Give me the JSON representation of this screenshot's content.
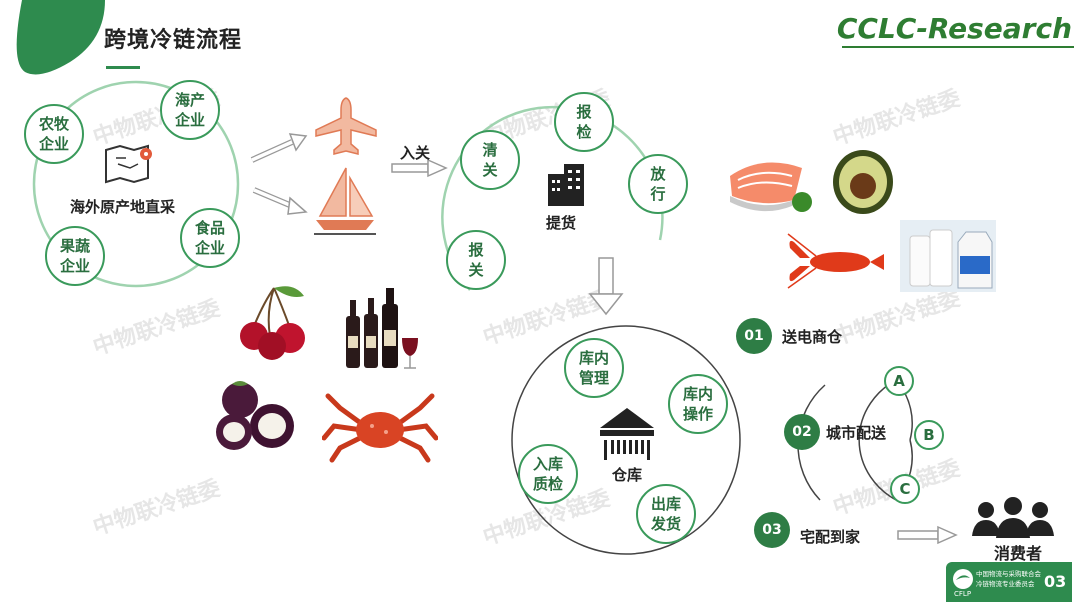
{
  "header": {
    "title": "跨境冷链流程",
    "brand": "CCLC-Research"
  },
  "watermark": "中物联冷链委",
  "sourcing": {
    "center_label": "海外原产地直采",
    "nodes": [
      "农牧企业",
      "海产企业",
      "果蔬企业",
      "食品企业"
    ]
  },
  "customs": {
    "entry_label": "入关",
    "center_label": "提货",
    "nodes": [
      "清关",
      "报检",
      "放行",
      "报关"
    ]
  },
  "warehouse": {
    "center_label": "仓库",
    "nodes": [
      "库内管理",
      "库内操作",
      "入库质检",
      "出库发货"
    ]
  },
  "delivery": {
    "options": [
      {
        "num": "01",
        "label": "送电商仓"
      },
      {
        "num": "02",
        "label": "城市配送"
      },
      {
        "num": "03",
        "label": "宅配到家"
      }
    ],
    "points": [
      "A",
      "B",
      "C"
    ]
  },
  "consumer": {
    "label": "消费者"
  },
  "footer": {
    "org_line1": "中国物流与采购联合会",
    "org_line2": "冷链物流专业委员会",
    "abbr": "CFLP",
    "page": "03"
  },
  "colors": {
    "accent": "#2e7d45",
    "circle": "#3a9a5b",
    "brand": "#2e7d32"
  }
}
